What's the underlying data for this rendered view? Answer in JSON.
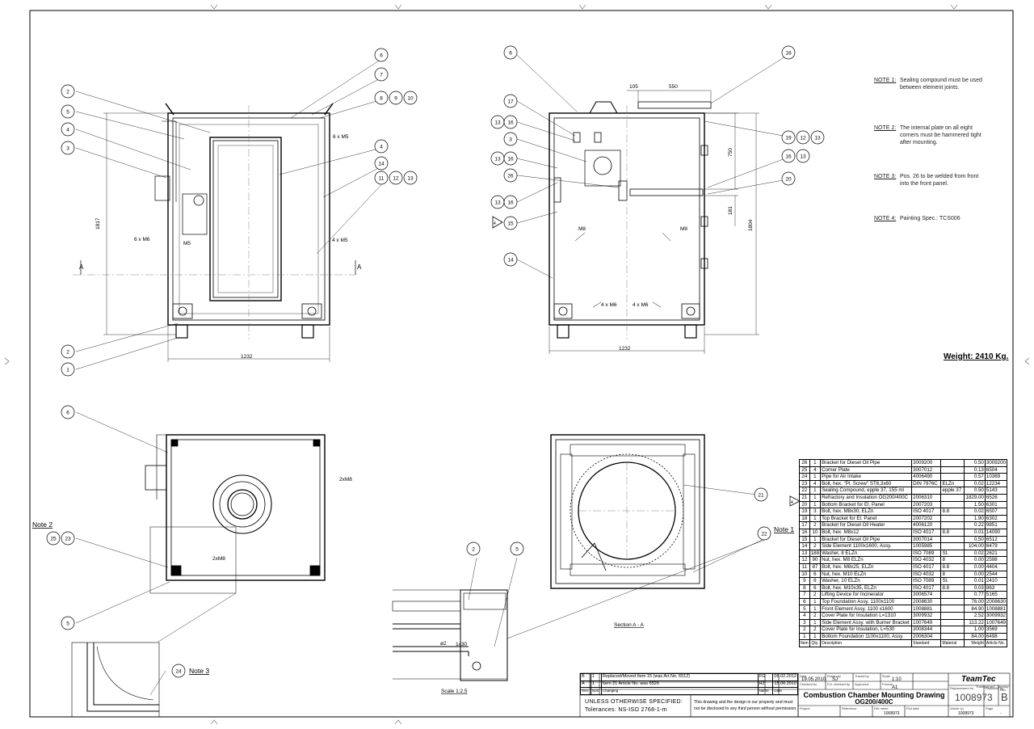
{
  "notes": [
    {
      "label": "NOTE 1:",
      "text": "Sealing compound must be used between element joints."
    },
    {
      "label": "NOTE 2:",
      "text": "The internal plate on all eight corners must be hammered tight after mounting."
    },
    {
      "label": "NOTE 3:",
      "text": "Pos. 26 to be welded from front into the front panel."
    },
    {
      "label": "NOTE 4:",
      "text": "Painting Spec.: TCS006"
    }
  ],
  "weight": "Weight: 2410 Kg.",
  "view_labels": {
    "section_a": "Section A - A",
    "scale_detail": "Scale 1:2.5",
    "note1": "Note 1",
    "note2": "Note 2",
    "note3": "Note 3",
    "sec_a": "A"
  },
  "dims": {
    "w1": "1232",
    "w2": "1232",
    "h1": "1817",
    "h2": "1804",
    "d105": "105",
    "d550": "550",
    "d750": "750",
    "d181": "181"
  },
  "callouts": {
    "front": [
      "2",
      "5",
      "4",
      "3",
      "2",
      "1",
      "6",
      "7",
      "8",
      "9",
      "10",
      "4",
      "14",
      "11",
      "12",
      "13"
    ],
    "rear": [
      "6",
      "18",
      "17",
      "13",
      "16",
      "3",
      "13",
      "16",
      "26",
      "13",
      "16",
      "15",
      "14",
      "19",
      "12",
      "13",
      "16",
      "13",
      "20"
    ],
    "bottom": [
      "6",
      "25",
      "23",
      "5",
      "24"
    ],
    "detail": [
      "2",
      "5"
    ],
    "section": [
      "21",
      "22"
    ]
  },
  "annotations": {
    "m5a": "6 x M5",
    "m6a": "6 x M6",
    "m5b": "M5",
    "m5c": "4 x M5",
    "m8a": "M8",
    "m8b": "M8",
    "m6b": "4 x M6",
    "m6c": "4 x M6",
    "m8c": "2xM8",
    "m8d": "2xM8",
    "o2": "ø2",
    "o30": "1x30",
    "tri": "4"
  },
  "bom_header": [
    "Item",
    "Qty.",
    "Description",
    "Standard",
    "Material",
    "Weight",
    "Article No."
  ],
  "bom": [
    [
      "26",
      "1",
      "Bracket for Diesel Oil Pipe",
      "3009200",
      "",
      "0.50",
      "3009200"
    ],
    [
      "25",
      "4",
      "Corner Plate",
      "3007012",
      "",
      "0.13",
      "6504"
    ],
    [
      "24",
      "1",
      "Pipe for Air Intake",
      "4006490",
      "",
      "0.57",
      "10369"
    ],
    [
      "23",
      "4",
      "Bolt, hex. \"Pl. Screw\" ST6,3x60",
      "DIN 7976C",
      "ELZn",
      "0.02",
      "12234"
    ],
    [
      "22",
      "1",
      "Sealing Compound, epple 37, 155 ml",
      "",
      "epple 37",
      "0.50",
      "5143"
    ],
    [
      "21",
      "1",
      "Refractory and Insulation OG200/400C",
      "2006310",
      "",
      "1829.00",
      "6526"
    ],
    [
      "20",
      "1",
      "Bottom Bracket for El. Panel",
      "2007203",
      "",
      "1.50",
      "6301"
    ],
    [
      "19",
      "3",
      "Bolt, hex. M8x30, ELZn",
      "ISO 4017",
      "8.8",
      "0.02",
      "6507"
    ],
    [
      "18",
      "1",
      "Top Bracket for El. Panel",
      "2007202",
      "",
      "1.90",
      "6302"
    ],
    [
      "17",
      "2",
      "Bracket for Diesel Oil Heater",
      "4006120",
      "",
      "0.22",
      "9851"
    ],
    [
      "16",
      "10",
      "Bolt, hex. M8x12",
      "ISO 4017",
      "8.8",
      "0.01",
      "14090"
    ],
    [
      "15",
      "1",
      "Bracket for Diesel Oil Pipe",
      "3007014",
      "",
      "0.50",
      "6512"
    ],
    [
      "14",
      "2",
      "Side Element 1100x1600, Assy.",
      "1005985",
      "",
      "104.00",
      "6479"
    ],
    [
      "13",
      "188",
      "Washer, 8 ELZn",
      "ISO 7089",
      "St.",
      "0.02",
      "2621"
    ],
    [
      "12",
      "90",
      "Nut, hex. M8 ELZn",
      "ISO 4032",
      "8",
      "0.00",
      "2598"
    ],
    [
      "11",
      "87",
      "Bolt, hex. M8x25, ELZn",
      "ISO 4017",
      "8.8",
      "0.00",
      "4404"
    ],
    [
      "10",
      "6",
      "Nut, hex. M10 ELZn",
      "ISO 4032",
      "8",
      "0.00",
      "2544"
    ],
    [
      "9",
      "6",
      "Washer, 10 ELZn",
      "ISO 7089",
      "St.",
      "0.01",
      "2410"
    ],
    [
      "8",
      "6",
      "Bolt, hex. M10x35, ELZn",
      "ISO 4017",
      "8.8",
      "0.03",
      "863"
    ],
    [
      "7",
      "2",
      "Lifting Device for Incinerator",
      "3006574",
      "",
      "0.77",
      "5165"
    ],
    [
      "6",
      "1",
      "Top Foundation Assy. 1100x1100",
      "2008630",
      "",
      "76.00",
      "2008630"
    ],
    [
      "5",
      "1",
      "Front Element Assy. 1100 x1600",
      "1008881",
      "",
      "84.90",
      "1008881"
    ],
    [
      "4",
      "2",
      "Cover Plate for Insulation L=1310",
      "3009932",
      "",
      "2.52",
      "3009932"
    ],
    [
      "3",
      "1",
      "Side Element Assy. with Burner Bracket",
      "1007649",
      "",
      "113.22",
      "1007649"
    ],
    [
      "2",
      "2",
      "Cover Plate for Insulation, L=530",
      "3008344",
      "",
      "1.00",
      "3569"
    ],
    [
      "1",
      "1",
      "Bottom Foundation 1100x1100, Assy.",
      "2006304",
      "",
      "84.00",
      "6498"
    ]
  ],
  "revisions": [
    [
      "B",
      "1",
      "Replaced/Moved Item 15 (was Art.No. 6512)",
      "FG",
      "06.02.2012"
    ],
    [
      "A",
      "1",
      "Item 21 Article No. was 6526",
      "HJ",
      "15.06.2010"
    ]
  ],
  "rev_header": [
    "Rev.",
    "Nos.",
    "Changing",
    "Name",
    "Date"
  ],
  "tolerance": {
    "line1": "UNLESS OTHERWISE SPECIFIED:",
    "line2": "Tolerances: NS-ISO 2768-1-m"
  },
  "copyright": "This drawing and the design is our property and must not be disclosed to any third person without permission.",
  "titleblock": {
    "date_label": "Date",
    "date": "19.05.2010",
    "drawn_label": "Drawn by",
    "drawn": "SJ",
    "traced_label": "Traced by",
    "scale_label": "Scale",
    "scale": "1:10",
    "checked_label": "Checked by",
    "checked2_label": "Fnl. checked by",
    "approved_label": "Approved",
    "format_label": "Format",
    "format": "A1",
    "title": "Combustion Chamber Mounting Drawing",
    "subtitle": "OG200/400C",
    "replacement_label": "Replacement for",
    "replaced_label": "Replaced by",
    "drawing_no": "1008973",
    "rev_label": "Rev.",
    "rev": "B",
    "project_label": "Project",
    "reference_label": "Reference",
    "file_label": "File name",
    "file": "1008973",
    "plot_label": "Plot date",
    "article_label": "Article no.",
    "article": "1008973",
    "page_label": "Page",
    "page": "-",
    "company": "TeamTec",
    "company_sub": "Tranbystrand - Norway"
  }
}
